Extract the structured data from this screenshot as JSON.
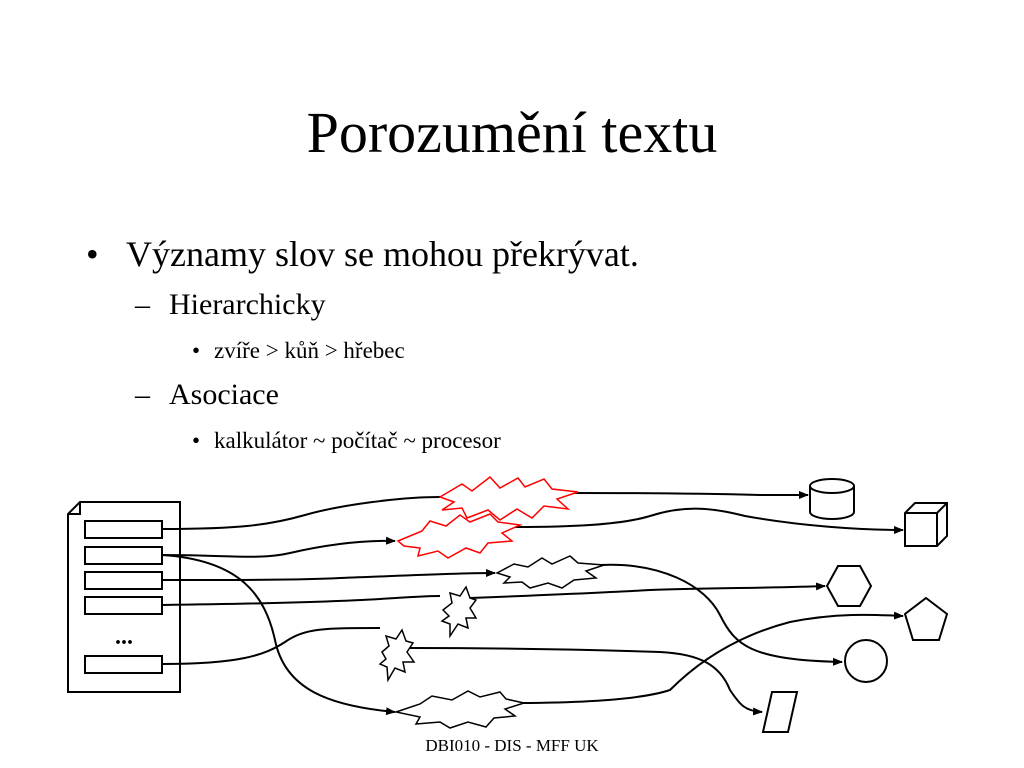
{
  "slide": {
    "title": "Porozumění textu",
    "bullet_l1": "Významy slov se mohou překrývat.",
    "sub1": "Hierarchicky",
    "sub1_item": "zvíře > kůň > hřebec",
    "sub2": "Asociace",
    "sub2_item": "kalkulátor ~ počítač ~ procesor",
    "bullet_glyph": "•",
    "dash_glyph": "–",
    "footer": "DBI010 - DIS - MFF UK"
  },
  "diagram": {
    "ellipsis": "...",
    "highlight_color": "#ff0000",
    "line_color": "#000000"
  }
}
